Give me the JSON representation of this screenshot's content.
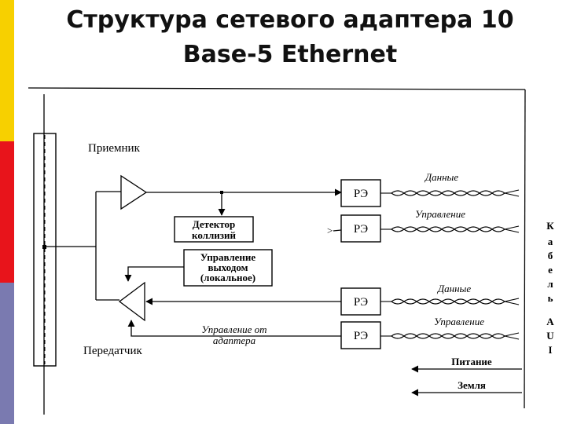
{
  "title": {
    "line1": "Структура сетевого адаптера 10",
    "line2": "Base-5 Ethernet"
  },
  "colors": {
    "bar_top": "#F7D000",
    "bar_mid": "#E8141B",
    "bar_bottom": "#7A7AB0"
  },
  "labels": {
    "receiver": "Приемник",
    "transmitter": "Передатчик",
    "collision_detector": [
      "Детектор",
      "коллизий"
    ],
    "output_control": [
      "Управление",
      "выходом",
      "(локальное)"
    ],
    "adapter_control": [
      "Управление от",
      "адаптера"
    ],
    "pe": "РЭ",
    "data": "Данные",
    "control": "Управление",
    "power": "Питание",
    "ground": "Земля",
    "cable_letters": [
      "К",
      "а",
      "б",
      "е",
      "л",
      "ь",
      "A",
      "U",
      "I"
    ]
  }
}
